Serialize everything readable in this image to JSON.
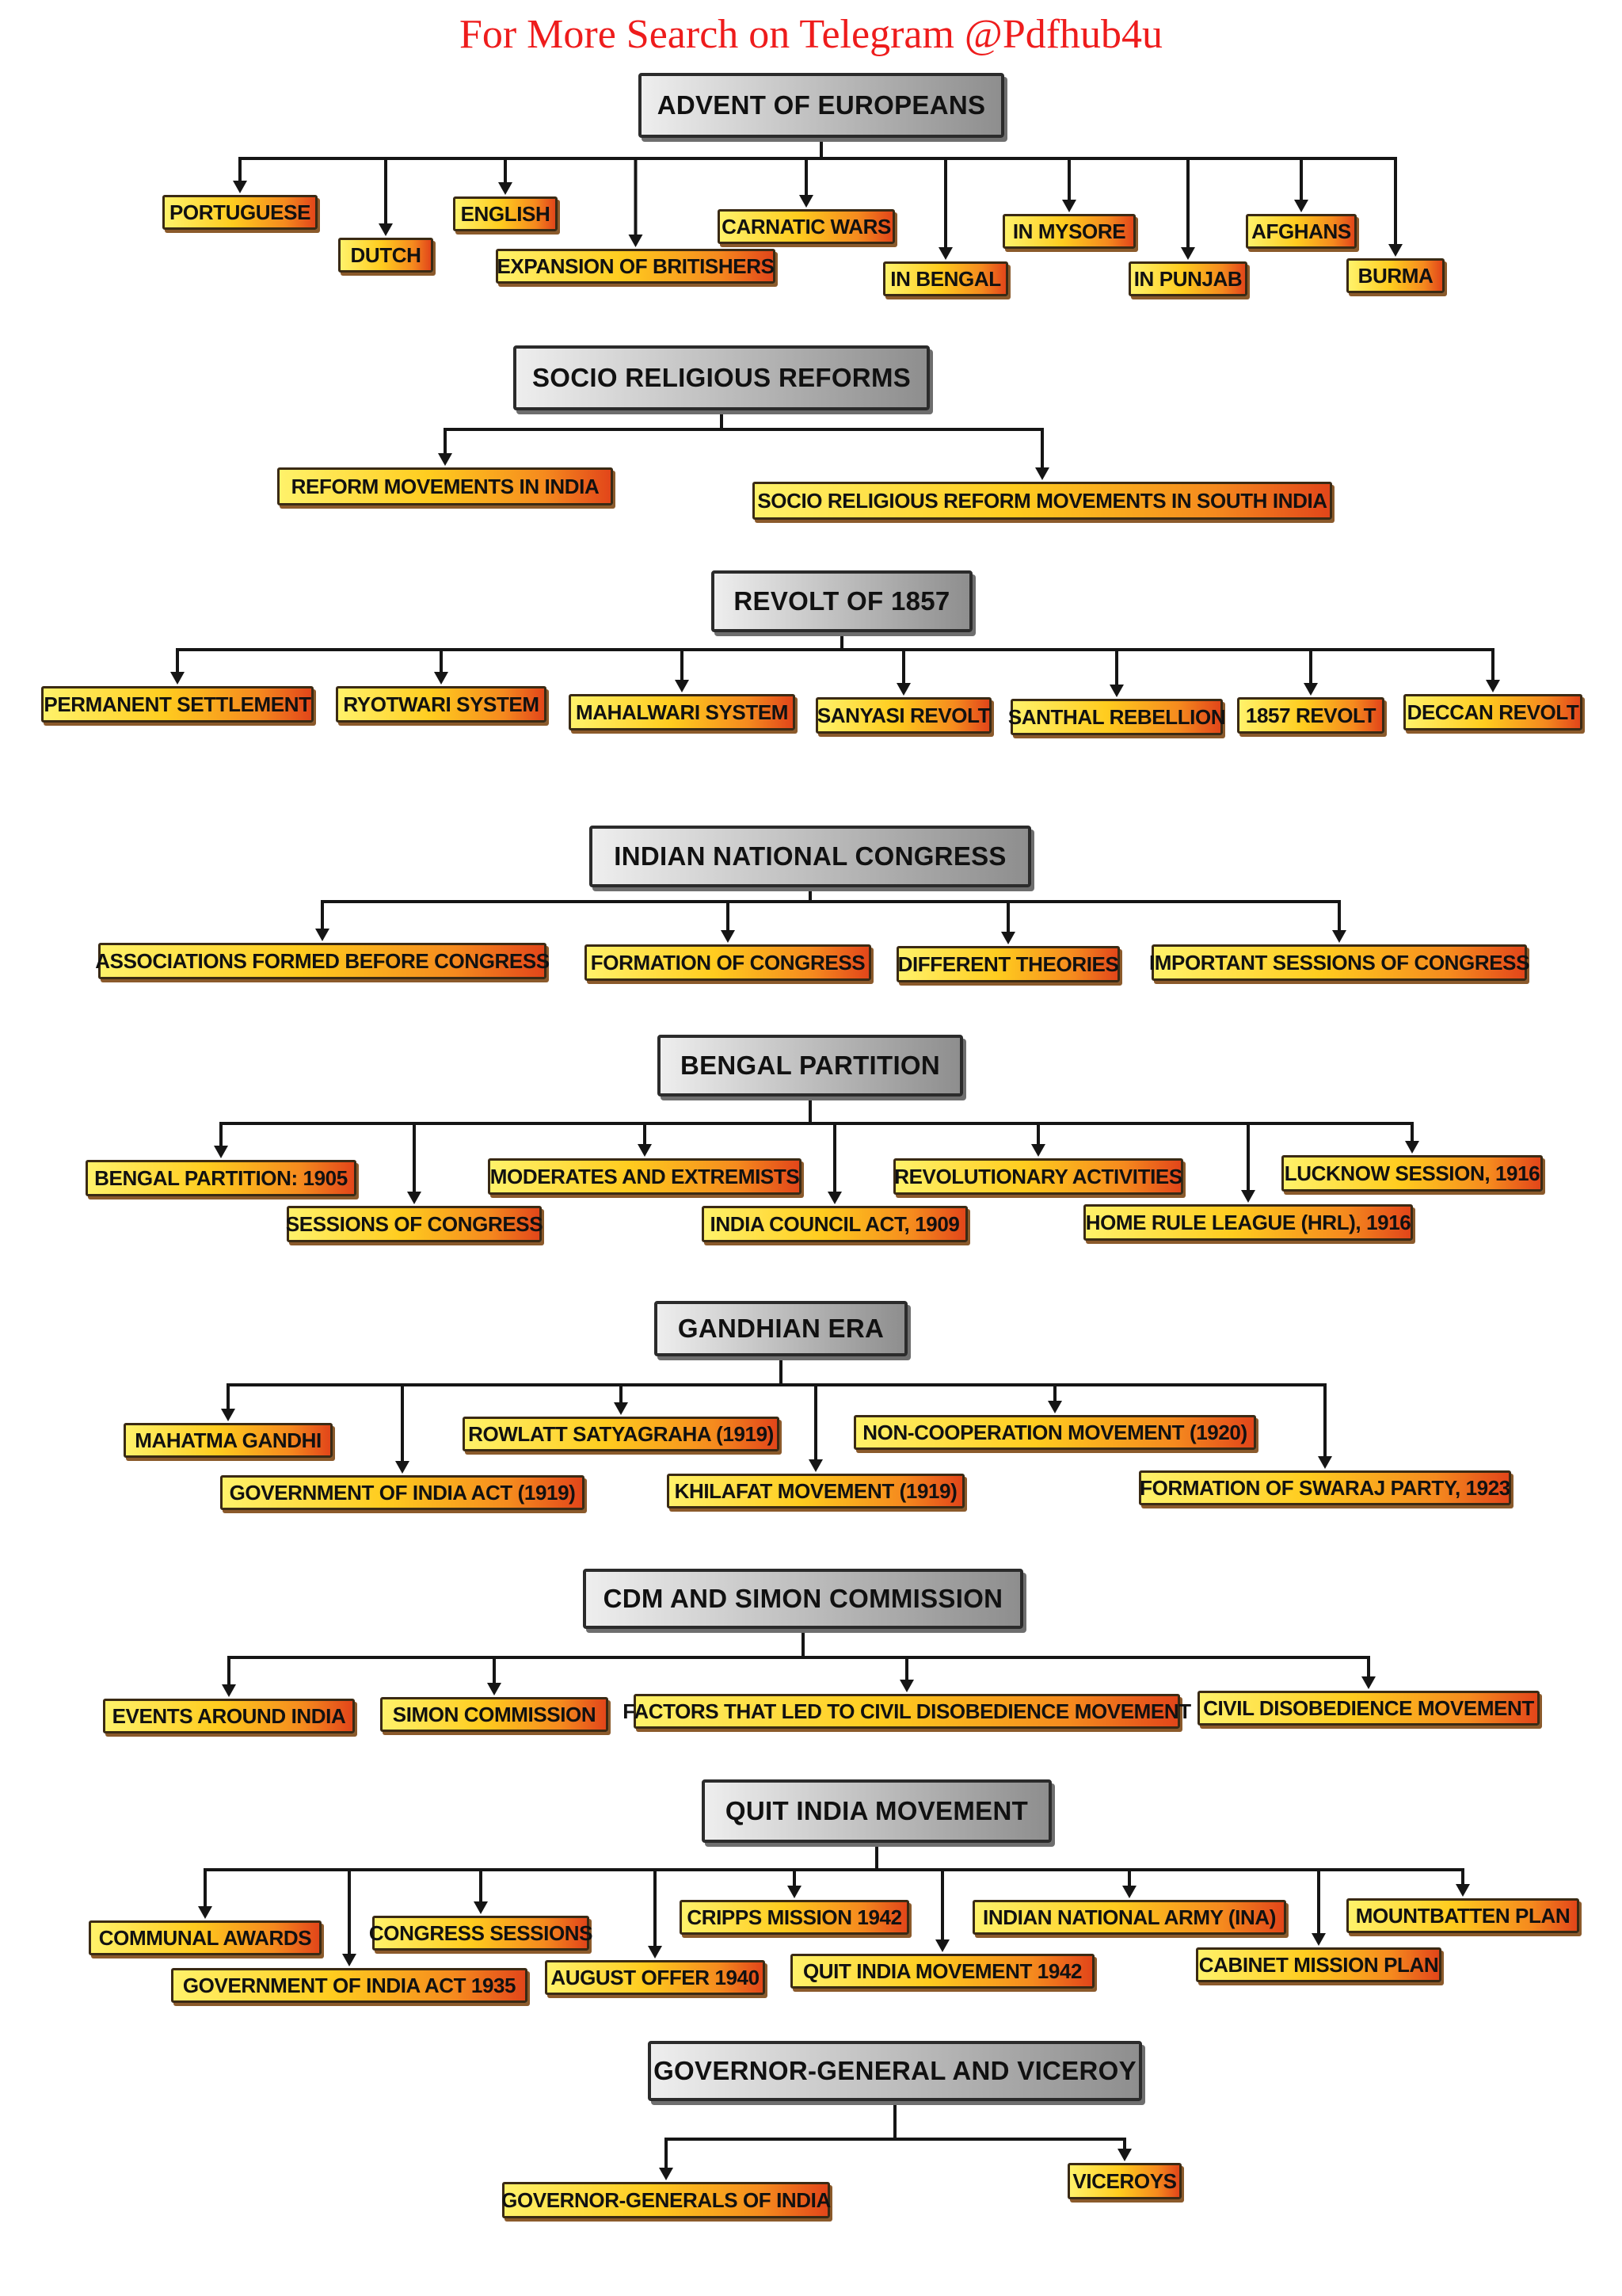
{
  "header": "For More Search on Telegram @Pdfhub4u",
  "sections": [
    {
      "title": "ADVENT OF EUROPEANS",
      "children": [
        "PORTUGUESE",
        "DUTCH",
        "ENGLISH",
        "EXPANSION OF BRITISHERS",
        "CARNATIC WARS",
        "IN BENGAL",
        "IN MYSORE",
        "IN PUNJAB",
        "AFGHANS",
        "BURMA"
      ]
    },
    {
      "title": "SOCIO RELIGIOUS REFORMS",
      "children": [
        "REFORM MOVEMENTS IN INDIA",
        "SOCIO RELIGIOUS REFORM MOVEMENTS IN SOUTH INDIA"
      ]
    },
    {
      "title": "REVOLT OF 1857",
      "children": [
        "PERMANENT SETTLEMENT",
        "RYOTWARI SYSTEM",
        "MAHALWARI SYSTEM",
        "SANYASI REVOLT",
        "SANTHAL REBELLION",
        "1857 REVOLT",
        "DECCAN REVOLT"
      ]
    },
    {
      "title": "INDIAN NATIONAL CONGRESS",
      "children": [
        "ASSOCIATIONS FORMED BEFORE CONGRESS",
        "FORMATION OF CONGRESS",
        "DIFFERENT THEORIES",
        "IMPORTANT SESSIONS OF CONGRESS"
      ]
    },
    {
      "title": "BENGAL PARTITION",
      "children": [
        "BENGAL PARTITION: 1905",
        "SESSIONS OF CONGRESS",
        "MODERATES AND EXTREMISTS",
        "INDIA COUNCIL ACT, 1909",
        "REVOLUTIONARY ACTIVITIES",
        "HOME RULE LEAGUE (HRL), 1916",
        "LUCKNOW SESSION, 1916"
      ]
    },
    {
      "title": "GANDHIAN ERA",
      "children": [
        "MAHATMA GANDHI",
        "GOVERNMENT OF INDIA ACT (1919)",
        "ROWLATT SATYAGRAHA (1919)",
        "KHILAFAT MOVEMENT (1919)",
        "NON-COOPERATION MOVEMENT (1920)",
        "FORMATION OF SWARAJ PARTY, 1923"
      ]
    },
    {
      "title": "CDM AND SIMON COMMISSION",
      "children": [
        "EVENTS AROUND INDIA",
        "SIMON COMMISSION",
        "FACTORS THAT LED TO CIVIL DISOBEDIENCE MOVEMENT",
        "CIVIL DISOBEDIENCE MOVEMENT"
      ]
    },
    {
      "title": "QUIT INDIA MOVEMENT",
      "children": [
        "COMMUNAL AWARDS",
        "GOVERNMENT OF INDIA ACT 1935",
        "CONGRESS SESSIONS",
        "AUGUST OFFER 1940",
        "CRIPPS MISSION 1942",
        "QUIT INDIA MOVEMENT 1942",
        "INDIAN NATIONAL ARMY (INA)",
        "CABINET MISSION PLAN",
        "MOUNTBATTEN PLAN"
      ]
    },
    {
      "title": "GOVERNOR-GENERAL AND VICEROY",
      "children": [
        "GOVERNOR-GENERALS OF INDIA",
        "VICEROYS"
      ]
    }
  ]
}
